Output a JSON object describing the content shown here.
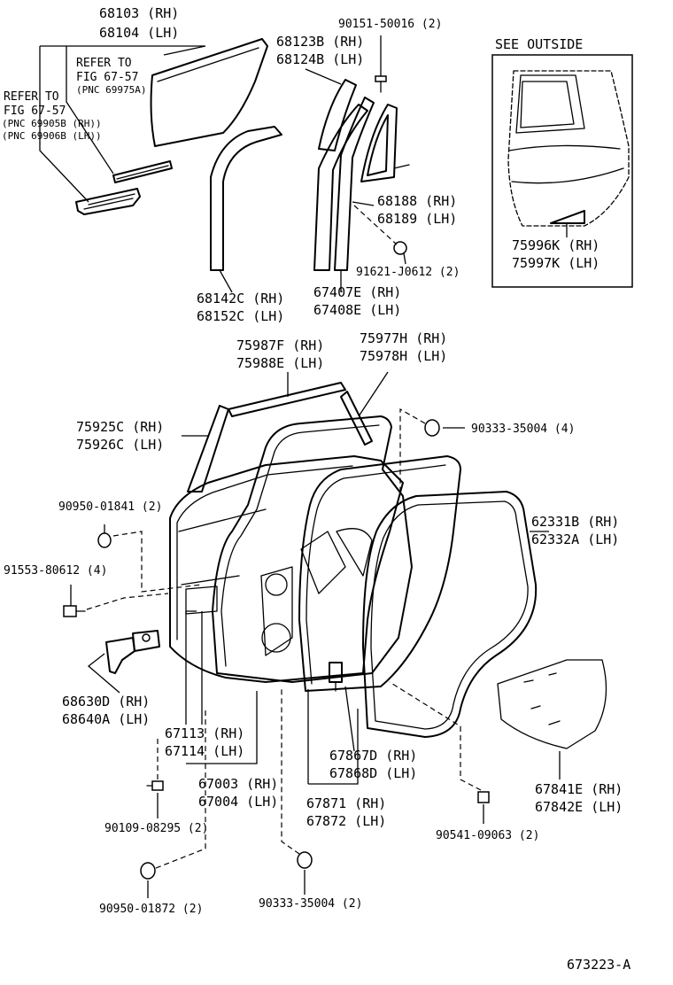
{
  "labels": {
    "p68103": "68103 (RH)",
    "p68104": "68104 (LH)",
    "refer_a_1": "REFER TO",
    "refer_a_2": "FIG 67-57",
    "refer_a_3": "(PNC 69975A)",
    "refer_b_1": "REFER TO",
    "refer_b_2": "FIG 67-57",
    "refer_b_3": "(PNC 69905B (RH))",
    "refer_b_4": "(PNC 69906B (LH))",
    "p68123b": "68123B (RH)",
    "p68124b": "68124B (LH)",
    "p90151": "90151-50016 (2)",
    "see_outside": "SEE  OUTSIDE",
    "p68188": "68188 (RH)",
    "p68189": "68189 (LH)",
    "p91621": "91621-J0612 (2)",
    "p75996k": "75996K (RH)",
    "p75997k": "75997K (LH)",
    "p68142c": "68142C (RH)",
    "p68152c": "68152C (LH)",
    "p67407e": "67407E (RH)",
    "p67408e": "67408E (LH)",
    "p75987f": "75987F (RH)",
    "p75988e": "75988E (LH)",
    "p75977h": "75977H (RH)",
    "p75978h": "75978H (LH)",
    "p75925c": "75925C (RH)",
    "p75926c": "75926C (LH)",
    "p90333a": "90333-35004 (4)",
    "p90950a": "90950-01841 (2)",
    "p62331b": "62331B (RH)",
    "p62332a": "62332A (LH)",
    "p91553": "91553-80612 (4)",
    "p68630d": "68630D (RH)",
    "p68640a": "68640A (LH)",
    "p67113": "67113 (RH)",
    "p67114": "67114 (LH)",
    "p67867d": "67867D (RH)",
    "p67868d": "67868D (LH)",
    "p67003": "67003 (RH)",
    "p67004": "67004 (LH)",
    "p67841e": "67841E (RH)",
    "p67842e": "67842E (LH)",
    "p67871": "67871 (RH)",
    "p67872": "67872 (LH)",
    "p90109": "90109-08295 (2)",
    "p90541": "90541-09063 (2)",
    "p90950b": "90950-01872 (2)",
    "p90333b": "90333-35004 (2)",
    "diagram_id": "673223-A"
  }
}
